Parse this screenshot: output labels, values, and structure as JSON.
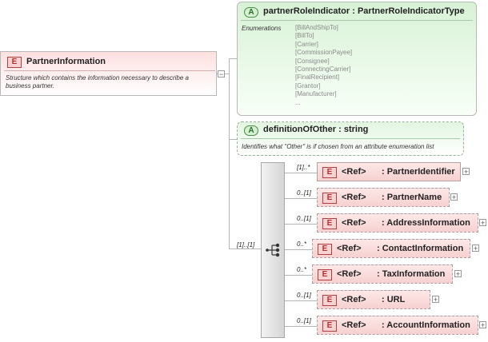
{
  "root": {
    "badge": "E",
    "name": "PartnerInformation",
    "doc": "Structure which contains the information necessary to describe a business partner."
  },
  "attributes": [
    {
      "badge": "A",
      "name": "partnerRoleIndicator",
      "type": "PartnerRoleIndicatorType",
      "enum_label": "Enumerations",
      "enumerations": [
        "[BillAndShipTo]",
        "[BillTo]",
        "[Carrier]",
        "[CommissionPayee]",
        "[Consignee]",
        "[ConnectingCarrier]",
        "[FinalRecipient]",
        "[Grantor]",
        "[Manufacturer]",
        "..."
      ]
    },
    {
      "badge": "A",
      "name": "definitionOfOther",
      "type": "string",
      "doc": "Identifies what \"Other\" is if chosen from an attribute enumeration list"
    }
  ],
  "sequence": {
    "multiplicity": "[1]..[1]",
    "children": [
      {
        "mult": "[1]..*",
        "ref": "<Ref>",
        "name": ": PartnerIdentifier"
      },
      {
        "mult": "0..[1]",
        "ref": "<Ref>",
        "name": ": PartnerName"
      },
      {
        "mult": "0..[1]",
        "ref": "<Ref>",
        "name": ": AddressInformation"
      },
      {
        "mult": "0..*",
        "ref": "<Ref>",
        "name": ": ContactInformation"
      },
      {
        "mult": "0..*",
        "ref": "<Ref>",
        "name": ": TaxInformation"
      },
      {
        "mult": "0..[1]",
        "ref": "<Ref>",
        "name": ": URL"
      },
      {
        "mult": "0..[1]",
        "ref": "<Ref>",
        "name": ": AccountInformation"
      }
    ]
  },
  "element_badge": "E",
  "expand_symbol": "+",
  "collapse_symbol": "−"
}
